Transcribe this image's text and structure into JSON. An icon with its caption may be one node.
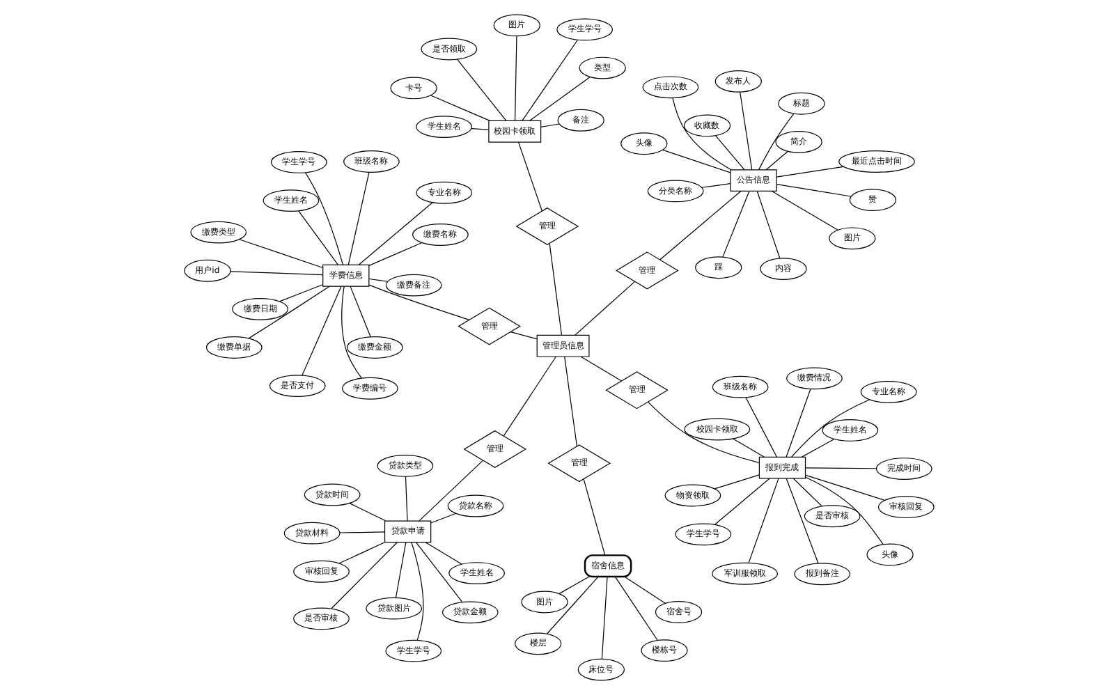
{
  "diagram": {
    "nodes": [
      {
        "text": [
          "管理员信息"
        ]
      },
      {
        "text": [
          "宿舍信息"
        ]
      },
      {
        "text": [
          "楼栋号"
        ]
      },
      {
        "text": [
          "图片"
        ]
      },
      {
        "text": [
          "宿舍号"
        ]
      },
      {
        "text": [
          "楼层"
        ]
      },
      {
        "text": [
          "床位号"
        ]
      },
      {
        "text": [
          "管理"
        ]
      },
      {
        "text": [
          "贷款申请"
        ]
      },
      {
        "text": [
          "学生学号"
        ]
      },
      {
        "text": [
          "是否审核"
        ]
      },
      {
        "text": [
          "审核回复"
        ]
      },
      {
        "text": [
          "学生姓名"
        ]
      },
      {
        "text": [
          "贷款名称"
        ]
      },
      {
        "text": [
          "贷款类型"
        ]
      },
      {
        "text": [
          "贷款图片"
        ]
      },
      {
        "text": [
          "贷款金额"
        ]
      },
      {
        "text": [
          "贷款时间"
        ]
      },
      {
        "text": [
          "贷款材料"
        ]
      },
      {
        "text": [
          "管理"
        ]
      },
      {
        "text": [
          "报到完成"
        ]
      },
      {
        "text": [
          "学生学号"
        ]
      },
      {
        "text": [
          "学生姓名"
        ]
      },
      {
        "text": [
          "专业名称"
        ]
      },
      {
        "text": [
          "班级名称"
        ]
      },
      {
        "text": [
          "头像"
        ]
      },
      {
        "text": [
          "完成时间"
        ]
      },
      {
        "text": [
          "物资领取"
        ]
      },
      {
        "text": [
          "报到备注"
        ]
      },
      {
        "text": [
          "审核回复"
        ]
      },
      {
        "text": [
          "缴费情况"
        ]
      },
      {
        "text": [
          "是否审核"
        ]
      },
      {
        "text": [
          "军训服领取"
        ]
      },
      {
        "text": [
          "校园卡领取"
        ]
      },
      {
        "text": [
          "管理"
        ]
      },
      {
        "text": [
          "公告信息"
        ]
      },
      {
        "text": [
          "简介"
        ]
      },
      {
        "text": [
          "标题"
        ]
      },
      {
        "text": [
          "头像"
        ]
      },
      {
        "text": [
          "分类名称"
        ]
      },
      {
        "text": [
          "发布人"
        ]
      },
      {
        "text": [
          "点击次数"
        ]
      },
      {
        "text": [
          "收藏数"
        ]
      },
      {
        "text": [
          "最近点击时间"
        ]
      },
      {
        "text": [
          "赞"
        ]
      },
      {
        "text": [
          "踩"
        ]
      },
      {
        "text": [
          "图片"
        ]
      },
      {
        "text": [
          "内容"
        ]
      },
      {
        "text": [
          "管理"
        ]
      },
      {
        "text": [
          "校园卡领取"
        ]
      },
      {
        "text": [
          "卡号"
        ]
      },
      {
        "text": [
          "类型"
        ]
      },
      {
        "text": [
          "图片"
        ]
      },
      {
        "text": [
          "是否领取"
        ]
      },
      {
        "text": [
          "学生学号"
        ]
      },
      {
        "text": [
          "备注"
        ]
      },
      {
        "text": [
          "学生姓名"
        ]
      },
      {
        "text": [
          "管理"
        ]
      },
      {
        "text": [
          "学费信息"
        ]
      },
      {
        "text": [
          "缴费类型"
        ]
      },
      {
        "text": [
          "学生姓名"
        ]
      },
      {
        "text": [
          "学生学号"
        ]
      },
      {
        "text": [
          "缴费单据"
        ]
      },
      {
        "text": [
          "专业名称"
        ]
      },
      {
        "text": [
          "缴费备注"
        ]
      },
      {
        "text": [
          "缴费日期"
        ]
      },
      {
        "text": [
          "缴费金额"
        ]
      },
      {
        "text": [
          "缴费名称"
        ]
      },
      {
        "text": [
          "学费编号"
        ]
      },
      {
        "text": [
          "用户id"
        ]
      },
      {
        "text": [
          "是否支付"
        ]
      },
      {
        "text": [
          "班级名称"
        ]
      },
      {
        "text": [
          "管理"
        ]
      }
    ],
    "edges": [
      {
        "from": 1,
        "to": 2,
        "arrow": "none"
      },
      {
        "from": 1,
        "to": 3,
        "arrow": "none"
      },
      {
        "from": 1,
        "to": 4,
        "arrow": "none"
      },
      {
        "from": 1,
        "to": 5,
        "arrow": "none"
      },
      {
        "from": 1,
        "to": 6,
        "arrow": "none"
      },
      {
        "from": 1,
        "to": 7,
        "arrow": "none"
      },
      {
        "from": 7,
        "to": 0,
        "arrow": "none"
      },
      {
        "from": 8,
        "to": 9,
        "arrow": "none"
      },
      {
        "from": 8,
        "to": 10,
        "arrow": "none"
      },
      {
        "from": 8,
        "to": 11,
        "arrow": "none"
      },
      {
        "from": 8,
        "to": 12,
        "arrow": "none"
      },
      {
        "from": 8,
        "to": 13,
        "arrow": "none"
      },
      {
        "from": 8,
        "to": 14,
        "arrow": "none"
      },
      {
        "from": 8,
        "to": 15,
        "arrow": "none"
      },
      {
        "from": 8,
        "to": 16,
        "arrow": "none"
      },
      {
        "from": 8,
        "to": 17,
        "arrow": "none"
      },
      {
        "from": 8,
        "to": 18,
        "arrow": "none"
      },
      {
        "from": 8,
        "to": 19,
        "arrow": "none"
      },
      {
        "from": 19,
        "to": 0,
        "arrow": "none"
      },
      {
        "from": 20,
        "to": 21,
        "arrow": "none"
      },
      {
        "from": 20,
        "to": 22,
        "arrow": "none"
      },
      {
        "from": 20,
        "to": 23,
        "arrow": "none"
      },
      {
        "from": 20,
        "to": 24,
        "arrow": "none"
      },
      {
        "from": 20,
        "to": 25,
        "arrow": "none"
      },
      {
        "from": 20,
        "to": 26,
        "arrow": "none"
      },
      {
        "from": 20,
        "to": 27,
        "arrow": "none"
      },
      {
        "from": 20,
        "to": 28,
        "arrow": "none"
      },
      {
        "from": 20,
        "to": 29,
        "arrow": "none"
      },
      {
        "from": 20,
        "to": 30,
        "arrow": "none"
      },
      {
        "from": 20,
        "to": 31,
        "arrow": "none"
      },
      {
        "from": 20,
        "to": 32,
        "arrow": "none"
      },
      {
        "from": 20,
        "to": 33,
        "arrow": "none"
      },
      {
        "from": 20,
        "to": 34,
        "arrow": "none"
      },
      {
        "from": 34,
        "to": 0,
        "arrow": "none"
      },
      {
        "from": 35,
        "to": 36,
        "arrow": "none"
      },
      {
        "from": 35,
        "to": 37,
        "arrow": "none"
      },
      {
        "from": 35,
        "to": 38,
        "arrow": "none"
      },
      {
        "from": 35,
        "to": 39,
        "arrow": "none"
      },
      {
        "from": 35,
        "to": 40,
        "arrow": "none"
      },
      {
        "from": 35,
        "to": 41,
        "arrow": "none"
      },
      {
        "from": 35,
        "to": 42,
        "arrow": "none"
      },
      {
        "from": 35,
        "to": 43,
        "arrow": "none"
      },
      {
        "from": 35,
        "to": 44,
        "arrow": "none"
      },
      {
        "from": 35,
        "to": 45,
        "arrow": "none"
      },
      {
        "from": 35,
        "to": 46,
        "arrow": "none"
      },
      {
        "from": 35,
        "to": 47,
        "arrow": "none"
      },
      {
        "from": 35,
        "to": 48,
        "arrow": "none"
      },
      {
        "from": 48,
        "to": 0,
        "arrow": "none"
      },
      {
        "from": 49,
        "to": 50,
        "arrow": "none"
      },
      {
        "from": 49,
        "to": 51,
        "arrow": "none"
      },
      {
        "from": 49,
        "to": 52,
        "arrow": "none"
      },
      {
        "from": 49,
        "to": 53,
        "arrow": "none"
      },
      {
        "from": 49,
        "to": 54,
        "arrow": "none"
      },
      {
        "from": 49,
        "to": 55,
        "arrow": "none"
      },
      {
        "from": 49,
        "to": 56,
        "arrow": "none"
      },
      {
        "from": 49,
        "to": 57,
        "arrow": "none"
      },
      {
        "from": 57,
        "to": 0,
        "arrow": "none"
      },
      {
        "from": 58,
        "to": 59,
        "arrow": "none"
      },
      {
        "from": 58,
        "to": 60,
        "arrow": "none"
      },
      {
        "from": 58,
        "to": 61,
        "arrow": "none"
      },
      {
        "from": 58,
        "to": 62,
        "arrow": "none"
      },
      {
        "from": 58,
        "to": 63,
        "arrow": "none"
      },
      {
        "from": 58,
        "to": 64,
        "arrow": "none"
      },
      {
        "from": 58,
        "to": 65,
        "arrow": "none"
      },
      {
        "from": 58,
        "to": 66,
        "arrow": "none"
      },
      {
        "from": 58,
        "to": 67,
        "arrow": "none"
      },
      {
        "from": 58,
        "to": 68,
        "arrow": "none"
      },
      {
        "from": 58,
        "to": 69,
        "arrow": "none"
      },
      {
        "from": 58,
        "to": 70,
        "arrow": "none"
      },
      {
        "from": 58,
        "to": 71,
        "arrow": "none"
      },
      {
        "from": 58,
        "to": 72,
        "arrow": "none"
      },
      {
        "from": 72,
        "to": 0,
        "arrow": "none"
      }
    ]
  }
}
